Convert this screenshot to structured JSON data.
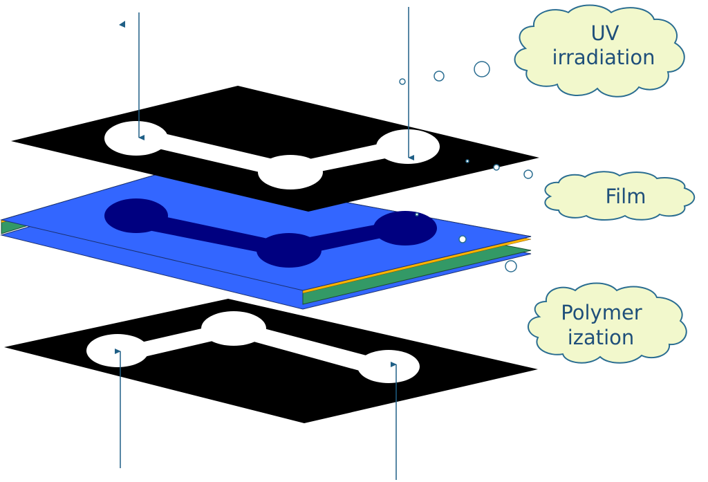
{
  "labels": {
    "uv_line1": "UV",
    "uv_line2": "irradiation",
    "film": "Film",
    "poly_line1": "Polymer",
    "poly_line2": "ization"
  },
  "colors": {
    "mask": "#000000",
    "film_top": "#3366ff",
    "film_pattern": "#000080",
    "film_layer_green": "#339966",
    "film_layer_orange": "#ffb300",
    "film_layer_blue": "#3366ff",
    "cloud_fill": "#f2f8cc",
    "cloud_stroke": "#2a6d91",
    "arrow": "#1f5f86",
    "text": "#1f4f7a"
  },
  "icons": [
    "arrowhead-icon",
    "cloud-shape",
    "bubble-shape"
  ]
}
